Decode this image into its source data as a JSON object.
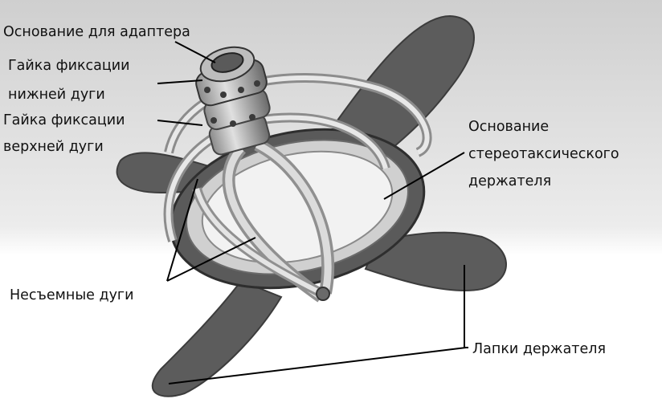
{
  "labels": {
    "adapter_base": "Основание для адаптера",
    "lower_arc_nut_line1": "Гайка фиксации",
    "lower_arc_nut_line2": "нижней дуги",
    "upper_arc_nut_line1": "Гайка фиксации",
    "upper_arc_nut_line2": "верхней дуги",
    "holder_base_line1": "Основание",
    "holder_base_line2": "стереотаксического",
    "holder_base_line3": "держателя",
    "fixed_arcs": "Несъемные дуги",
    "holder_legs": "Лапки держателя"
  },
  "colors": {
    "background_top": "#d9d9d9",
    "background_bottom": "#ffffff",
    "part_dark": "#5a5a5a",
    "part_light": "#c8c8c8",
    "leader_line": "#000000"
  }
}
